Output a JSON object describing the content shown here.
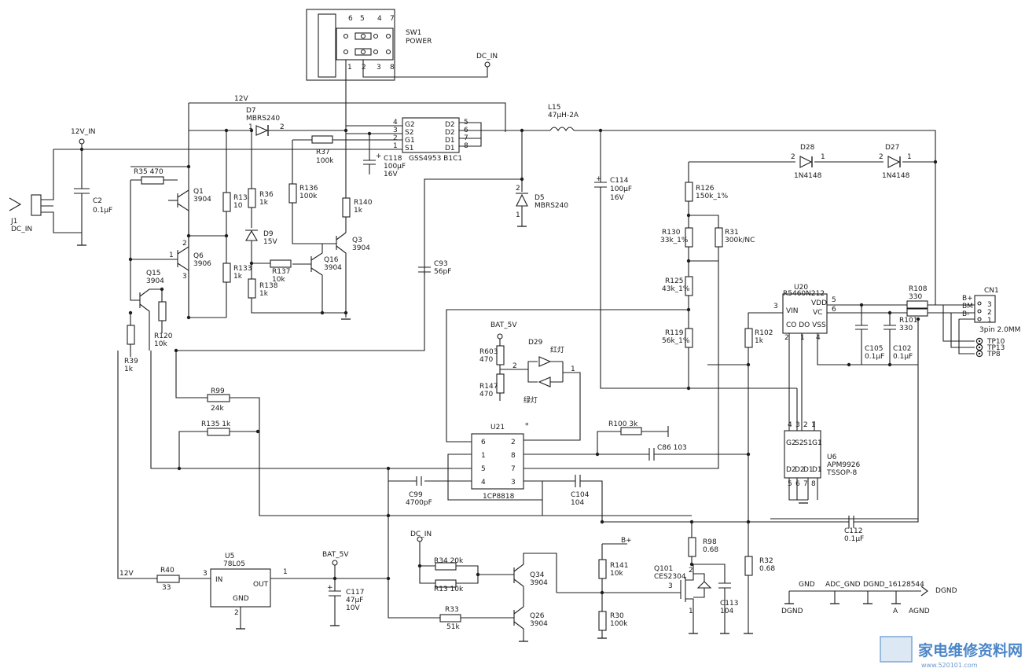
{
  "components": {
    "sw1": {
      "ref": "SW1",
      "value": "POWER",
      "pins_top": [
        "6",
        "5",
        "4",
        "7"
      ],
      "pins_bottom": [
        "1",
        "2",
        "3",
        "8"
      ]
    },
    "dc_in_top": "DC_IN",
    "net_12v_top": "12V",
    "d7": {
      "ref": "D7",
      "value": "MBRS240",
      "pin1": "1",
      "pin2": "2"
    },
    "q_gss": {
      "value": "GSS4953 B1C1",
      "left_pins": [
        "G2",
        "S2",
        "G1",
        "S1"
      ],
      "left_nums": [
        "4",
        "3",
        "2",
        "1"
      ],
      "right_pins": [
        "D2",
        "D2",
        "D1",
        "D1"
      ],
      "right_nums": [
        "5",
        "6",
        "7",
        "8"
      ]
    },
    "l15": {
      "ref": "L15",
      "value": "47μH-2A"
    },
    "v12_in": "12V_IN",
    "j1": {
      "ref": "J1",
      "value": "DC_IN"
    },
    "c2": {
      "ref": "C2",
      "value": "0.1μF"
    },
    "r35": {
      "label": "R35 470"
    },
    "q1": {
      "ref": "Q1",
      "value": "3904"
    },
    "r134": {
      "ref": "R134",
      "value": "10"
    },
    "r36": {
      "ref": "R36",
      "value": "1k"
    },
    "r37": {
      "ref": "R37",
      "value": "100k"
    },
    "c118": {
      "ref": "C118",
      "value": "100μF",
      "voltage": "16V"
    },
    "r136": {
      "ref": "R136",
      "value": "100k"
    },
    "r140": {
      "ref": "R140",
      "value": "1k"
    },
    "d5": {
      "ref": "D5",
      "value": "MBRS240",
      "pin_top": "2",
      "pin_bottom": "1"
    },
    "d9": {
      "ref": "D9",
      "value": "15V"
    },
    "q3": {
      "ref": "Q3",
      "value": "3904"
    },
    "q6": {
      "ref": "Q6",
      "value": "3906",
      "pin1": "1",
      "pin2": "2",
      "pin3": "3"
    },
    "r133": {
      "ref": "R133",
      "value": "1k"
    },
    "r137": {
      "ref": "R137",
      "value": "10k"
    },
    "r138": {
      "ref": "R138",
      "value": "1k"
    },
    "q16": {
      "ref": "Q16",
      "value": "3904"
    },
    "q15": {
      "ref": "Q15",
      "value": "3904"
    },
    "r120": {
      "ref": "R120",
      "value": "10k"
    },
    "r39": {
      "ref": "R39",
      "value": "1k"
    },
    "c93": {
      "ref": "C93",
      "value": "56pF"
    },
    "c114": {
      "ref": "C114",
      "value": "100μF",
      "voltage": "16V"
    },
    "d28": {
      "ref": "D28",
      "value": "1N4148",
      "pin_a": "2",
      "pin_k": "1"
    },
    "d27": {
      "ref": "D27",
      "value": "1N4148",
      "pin_a": "2",
      "pin_k": "1"
    },
    "r126": {
      "ref": "R126",
      "value": "150k_1%"
    },
    "r130": {
      "ref": "R130",
      "value": "33k_1%"
    },
    "r31": {
      "ref": "R31",
      "value": "300k/NC"
    },
    "r125": {
      "ref": "R125",
      "value": "43k_1%"
    },
    "r119": {
      "ref": "R119",
      "value": "56k_1%"
    },
    "u20": {
      "ref": "U20",
      "value": "R5460N212",
      "vin": "VIN",
      "vdd": "VDD",
      "vc": "VC",
      "pins_bottom": "CO DO VSS",
      "pin3": "3",
      "pin5": "5",
      "pin6": "6",
      "pin2": "2",
      "pin1": "1",
      "pin4": "4"
    },
    "r108": {
      "ref": "R108",
      "value": "330"
    },
    "r101": {
      "ref": "R101",
      "value": "330"
    },
    "cn1": {
      "ref": "CN1",
      "value": "3pin 2.0MM",
      "pins": [
        "3",
        "2",
        "1"
      ],
      "nets": [
        "B+",
        "BM",
        "B-"
      ]
    },
    "tp": [
      "TP10",
      "TP13",
      "TP8"
    ],
    "r102": {
      "ref": "R102",
      "value": "1k"
    },
    "c105": {
      "ref": "C105",
      "value": "0.1μF"
    },
    "c102": {
      "ref": "C102",
      "value": "0.1μF"
    },
    "bat5v_mid": "BAT_5V",
    "r603": {
      "ref": "R603",
      "value": "470"
    },
    "r147": {
      "ref": "R147",
      "value": "470"
    },
    "d29": {
      "ref": "D29",
      "red": "红灯",
      "green": "绿灯",
      "pin2": "2",
      "pin1": "1"
    },
    "r99": {
      "ref": "R99",
      "value": "24k"
    },
    "r135": {
      "label": "R135 1k"
    },
    "u21": {
      "ref": "U21",
      "value": "1CP8818",
      "left_pins": [
        "6",
        "1",
        "5",
        "4"
      ],
      "right_pins": [
        "2",
        "8",
        "7",
        "3"
      ],
      "star": "*"
    },
    "r100": {
      "label": "R100 3k"
    },
    "c86": {
      "label": "C86 103"
    },
    "c99": {
      "ref": "C99",
      "value": "4700pF"
    },
    "c104": {
      "ref": "C104",
      "value": "104"
    },
    "u6": {
      "ref": "U6",
      "value": "APM9926",
      "package": "TSSOP-8",
      "pins_top": [
        "4",
        "3",
        "2",
        "1"
      ],
      "pins_bottom": [
        "5",
        "6",
        "7",
        "8"
      ],
      "top_labels": [
        "G2",
        "S2",
        "S1",
        "G1"
      ],
      "bottom_labels": [
        "D2",
        "D2",
        "D1",
        "D1"
      ]
    },
    "c112": {
      "ref": "C112",
      "value": "0.1μF"
    },
    "net_12v_bottom": "12V",
    "r40": {
      "ref": "R40",
      "value": "33"
    },
    "u5": {
      "ref": "U5",
      "value": "78L05",
      "in": "IN",
      "out": "OUT",
      "gnd": "GND",
      "pin3": "3",
      "pin1": "1",
      "pin2": "2"
    },
    "bat5v_bottom": "BAT_5V",
    "c117": {
      "ref": "C117",
      "value": "47μF",
      "voltage": "10V"
    },
    "dc_in_bottom": "DC_IN",
    "r34": {
      "label": "R34 20k"
    },
    "r13": {
      "label": "R13 10k"
    },
    "r33": {
      "ref": "R33",
      "value": "51k"
    },
    "q34": {
      "ref": "Q34",
      "value": "3904"
    },
    "q26": {
      "ref": "Q26",
      "value": "3904"
    },
    "b_plus": "B+",
    "r141": {
      "ref": "R141",
      "value": "10k"
    },
    "r30": {
      "ref": "R30",
      "value": "100k"
    },
    "r98": {
      "ref": "R98",
      "value": "0.68"
    },
    "q101": {
      "ref": "Q101",
      "value": "CES2304",
      "pin2": "2",
      "pin3": "3",
      "pin1": "1"
    },
    "c113": {
      "ref": "C113",
      "value": "104"
    },
    "r32": {
      "ref": "R32",
      "value": "0.68"
    },
    "gnd_block": {
      "gnd": "GND",
      "adc_gnd": "ADC_GND",
      "dgnd_id": "DGND_16128544",
      "dgnd_right": "DGND",
      "dgnd_left": "DGND",
      "a": "A",
      "agnd": "AGND"
    }
  },
  "watermark": {
    "text": "家电维修资料网",
    "url": "www.520101.com"
  }
}
